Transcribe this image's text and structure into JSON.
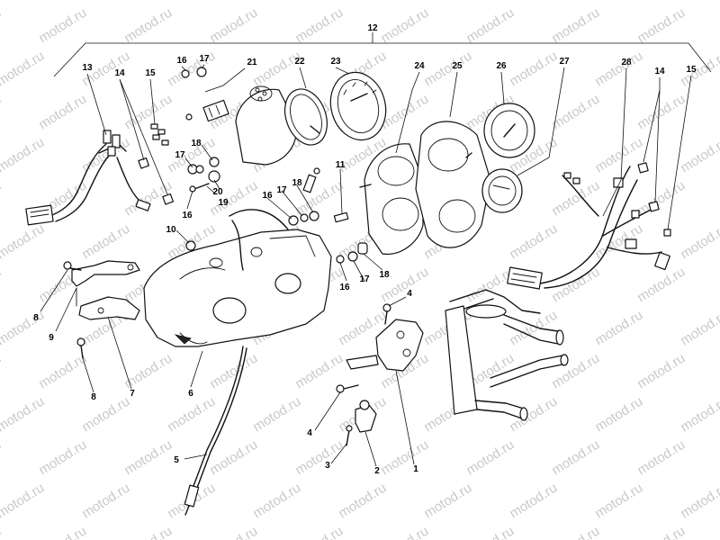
{
  "watermark": {
    "text": "motod.ru"
  },
  "callouts": {
    "c1": "1",
    "c2": "2",
    "c3": "3",
    "c4a": "4",
    "c4b": "4",
    "c5": "5",
    "c6": "6",
    "c7": "7",
    "c8a": "8",
    "c8b": "8",
    "c9": "9",
    "c10": "10",
    "c11": "11",
    "c12": "12",
    "c13": "13",
    "c14a": "14",
    "c14b": "14",
    "c15a": "15",
    "c15b": "15",
    "c16a": "16",
    "c16b": "16",
    "c16c": "16",
    "c16d": "16",
    "c17a": "17",
    "c17b": "17",
    "c17c": "17",
    "c17d": "17",
    "c18a": "18",
    "c18b": "18",
    "c18c": "18",
    "c19": "19",
    "c20": "20",
    "c21": "21",
    "c22": "22",
    "c23": "23",
    "c24": "24",
    "c25": "25",
    "c26": "26",
    "c27": "27",
    "c28": "28"
  }
}
